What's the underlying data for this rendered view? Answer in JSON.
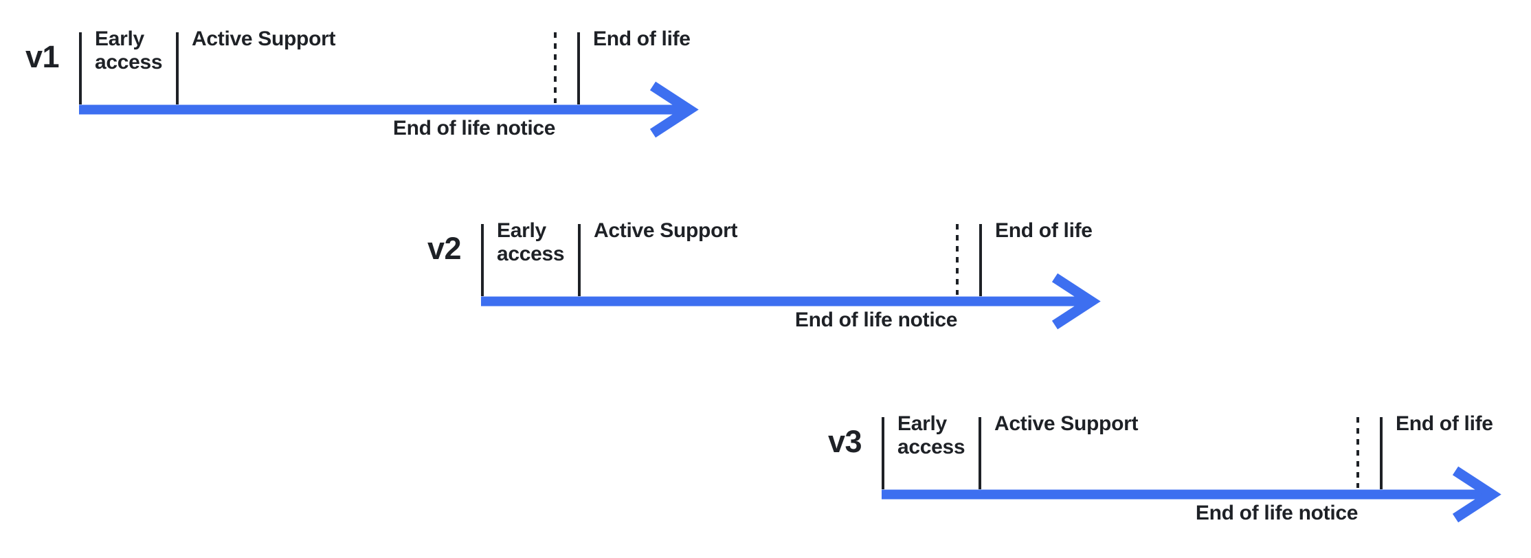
{
  "colors": {
    "accent_blue": "#3D6FF0",
    "ink": "#1E2126",
    "background": "#FFFFFF"
  },
  "labels": {
    "early_access": "Early access",
    "active_support": "Active Support",
    "end_of_life": "End of life",
    "end_of_life_notice": "End of life notice"
  },
  "phases_order": [
    "Early access",
    "Active Support",
    "End of life notice",
    "End of life"
  ],
  "rows": [
    {
      "version": "v1"
    },
    {
      "version": "v2"
    },
    {
      "version": "v3"
    }
  ]
}
